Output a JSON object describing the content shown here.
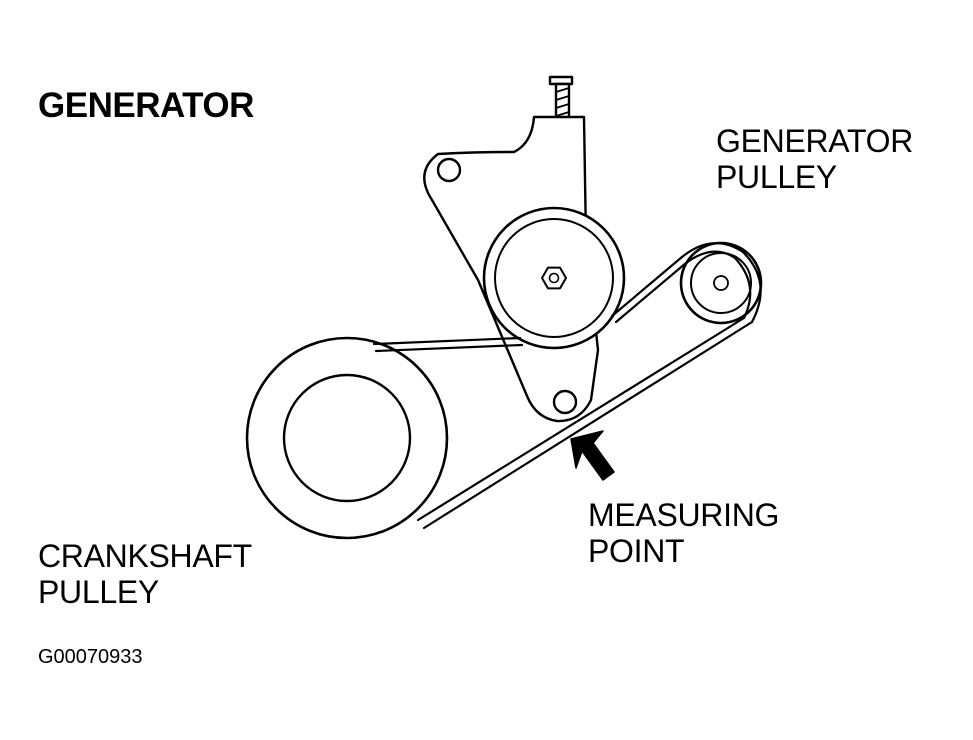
{
  "title": "GENERATOR",
  "labels": {
    "generator_pulley": [
      "GENERATOR",
      "PULLEY"
    ],
    "measuring_point": [
      "MEASURING",
      "POINT"
    ],
    "crankshaft_pulley": [
      "CRANKSHAFT",
      "PULLEY"
    ]
  },
  "figure_id": "G00070933",
  "colors": {
    "ink": "#000000",
    "background": "#ffffff"
  }
}
